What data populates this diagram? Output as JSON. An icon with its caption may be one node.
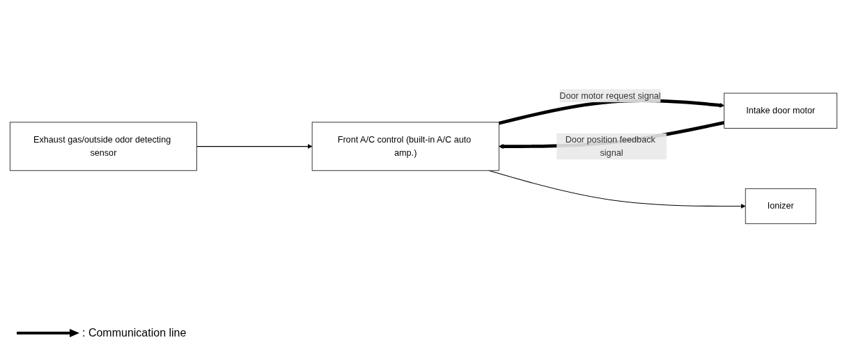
{
  "diagram": {
    "nodes": [
      {
        "text": [
          "Exhaust gas/outside odor detecting sensor"
        ]
      },
      {
        "text": [
          "Front A/C control (built-in A/C auto amp.)"
        ]
      },
      {
        "text": [
          "Intake door motor"
        ]
      },
      {
        "text": [
          "Ionizer"
        ]
      }
    ],
    "edges": [
      {
        "from": 0,
        "to": 1,
        "arrow": "to"
      },
      {
        "from": 1,
        "to": 2,
        "arrow": "to",
        "label": "Door motor request signal",
        "style": "thick"
      },
      {
        "from": 2,
        "to": 1,
        "arrow": "to",
        "label": "Door position feedback signal",
        "style": "thick"
      },
      {
        "from": 1,
        "to": 3,
        "arrow": "to"
      }
    ],
    "legend": [
      {
        "text": ": Communication line"
      }
    ]
  }
}
